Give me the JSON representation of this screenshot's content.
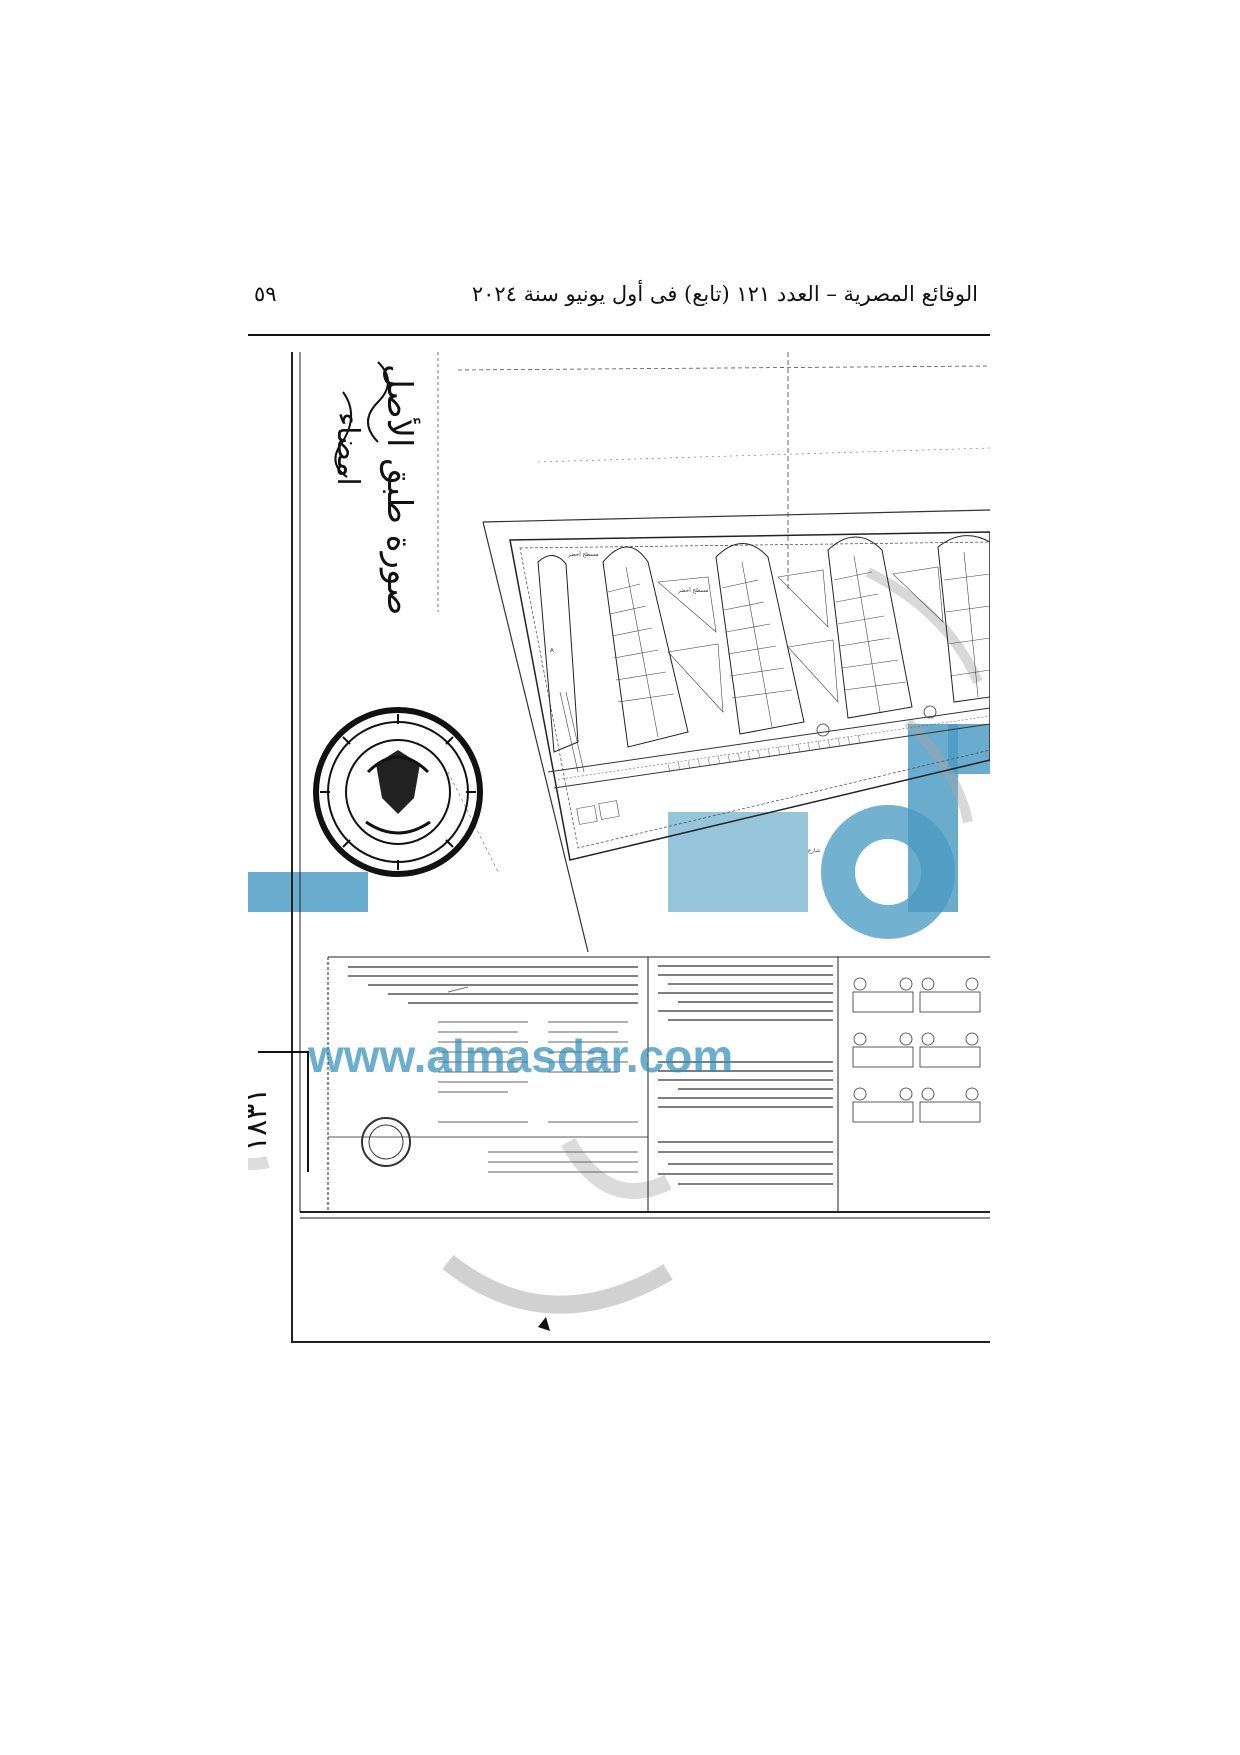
{
  "header": {
    "title": "الوقائع المصرية – العدد ١٢١ (تابع) فى أول يونيو سنة ٢٠٢٤",
    "page_number": "٥٩"
  },
  "watermark": {
    "url": "www.almasdar.com",
    "color": "#2e8bb8"
  },
  "handwriting": {
    "signature_line_1": "صورة طبق الأصل",
    "signature_line_2": "امضاء",
    "sheet_number": "١٨٣١"
  },
  "stamp": {
    "label": "official-seal"
  }
}
